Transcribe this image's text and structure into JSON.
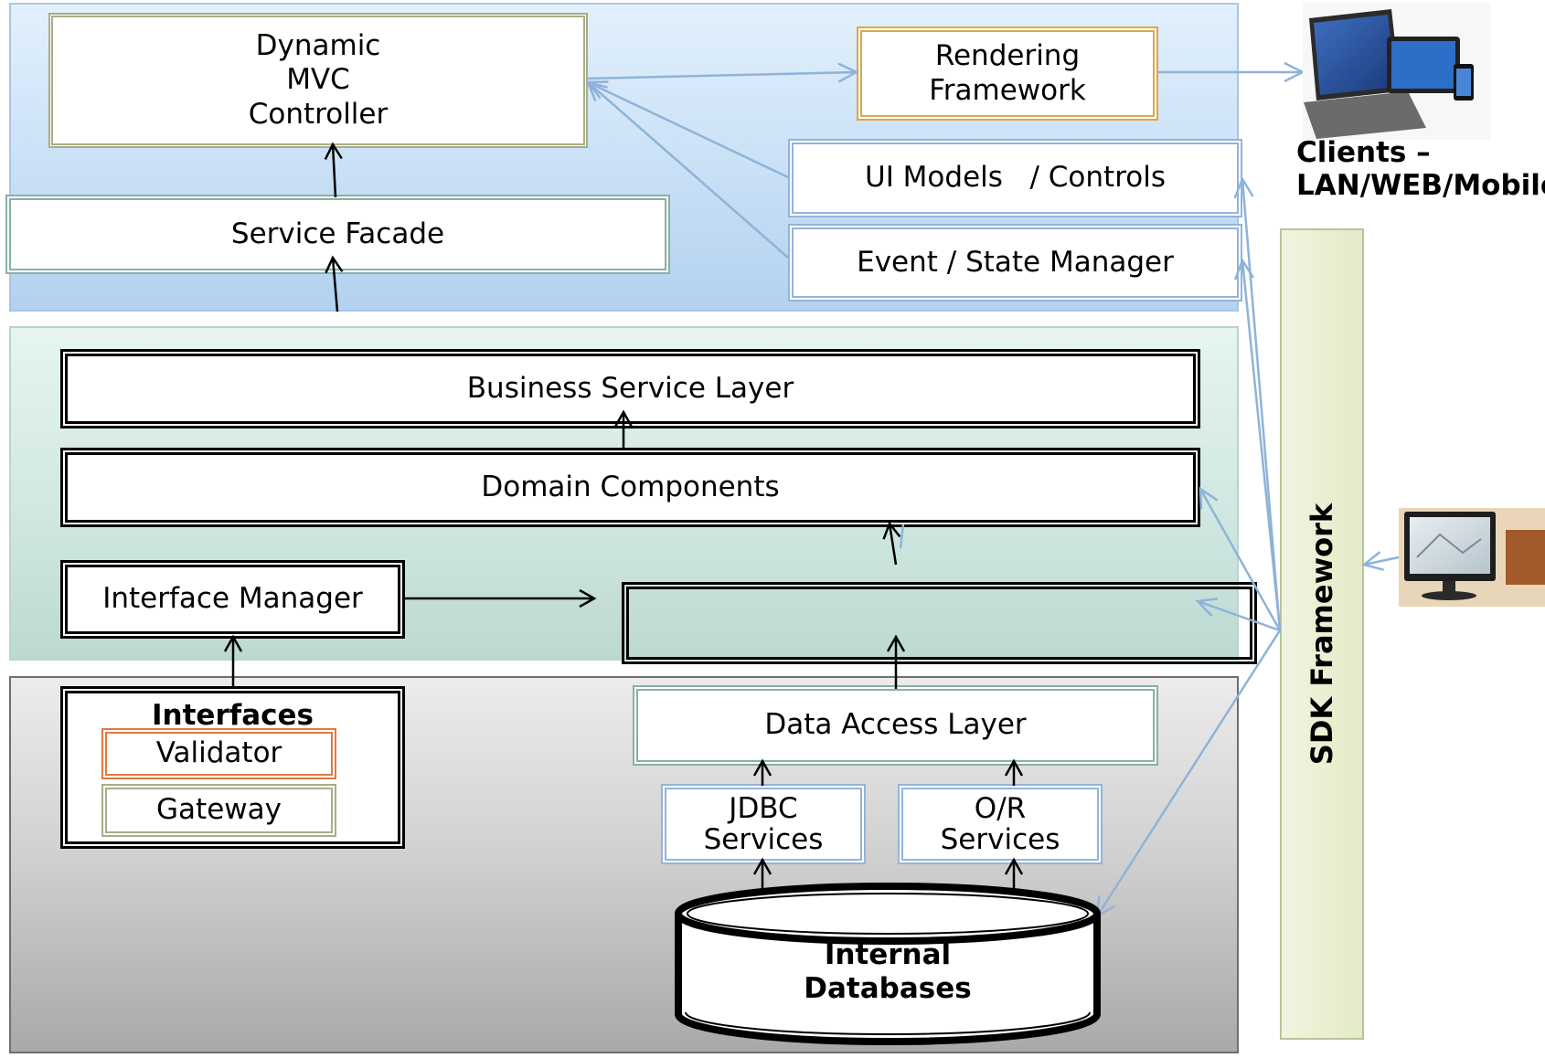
{
  "diagram": {
    "boxes": {
      "mvc_controller": "Dynamic\nMVC\nController",
      "rendering_framework": "Rendering\nFramework",
      "ui_models": "UI Models   / Controls",
      "event_state_manager": "Event / State Manager",
      "service_facade": "Service Facade",
      "business_service_layer": "Business Service Layer",
      "domain_components": "Domain Components",
      "interface_manager": "Interface Manager",
      "interfaces": "Interfaces",
      "validator": "Validator",
      "gateway": "Gateway",
      "data_access_layer": "Data Access Layer",
      "jdbc_services": "JDBC\nServices",
      "or_services": "O/R\nServices",
      "internal_databases": "Internal\nDatabases",
      "sdk_framework": "SDK Framework"
    },
    "clients_label": "Clients –\nLAN/WEB/Mobile"
  },
  "colors": {
    "top_layer": "#c9e0f6",
    "middle_layer": "#cfe6e0",
    "bottom_layer": "#d2d2d2",
    "connector_blue": "#8fb3d9",
    "arrow_black": "#000000"
  }
}
